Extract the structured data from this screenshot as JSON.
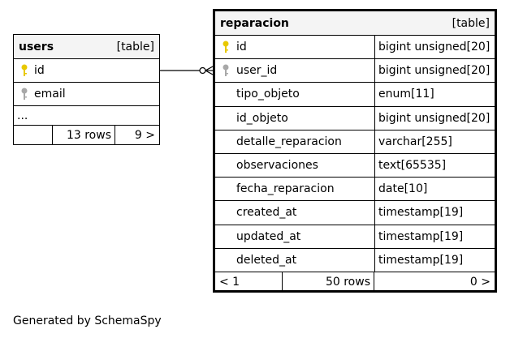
{
  "users": {
    "name": "users",
    "type_label": "[table]",
    "columns": [
      {
        "name": "id",
        "key": "primary"
      },
      {
        "name": "email",
        "key": "foreign"
      }
    ],
    "more": "...",
    "rows_label": "13 rows",
    "children_label": "9 >"
  },
  "reparacion": {
    "name": "reparacion",
    "type_label": "[table]",
    "columns": [
      {
        "name": "id",
        "type": "bigint unsigned[20]",
        "key": "primary"
      },
      {
        "name": "user_id",
        "type": "bigint unsigned[20]",
        "key": "foreign"
      },
      {
        "name": "tipo_objeto",
        "type": "enum[11]",
        "key": ""
      },
      {
        "name": "id_objeto",
        "type": "bigint unsigned[20]",
        "key": ""
      },
      {
        "name": "detalle_reparacion",
        "type": "varchar[255]",
        "key": ""
      },
      {
        "name": "observaciones",
        "type": "text[65535]",
        "key": ""
      },
      {
        "name": "fecha_reparacion",
        "type": "date[10]",
        "key": ""
      },
      {
        "name": "created_at",
        "type": "timestamp[19]",
        "key": ""
      },
      {
        "name": "updated_at",
        "type": "timestamp[19]",
        "key": ""
      },
      {
        "name": "deleted_at",
        "type": "timestamp[19]",
        "key": ""
      }
    ],
    "parents_label": "< 1",
    "rows_label": "50 rows",
    "children_label": "0 >"
  },
  "footer": "Generated by SchemaSpy",
  "colors": {
    "primary_key": "#e8c800",
    "foreign_key": "#a8a8a8",
    "header_bg": "#f4f4f4",
    "border": "#000000"
  }
}
